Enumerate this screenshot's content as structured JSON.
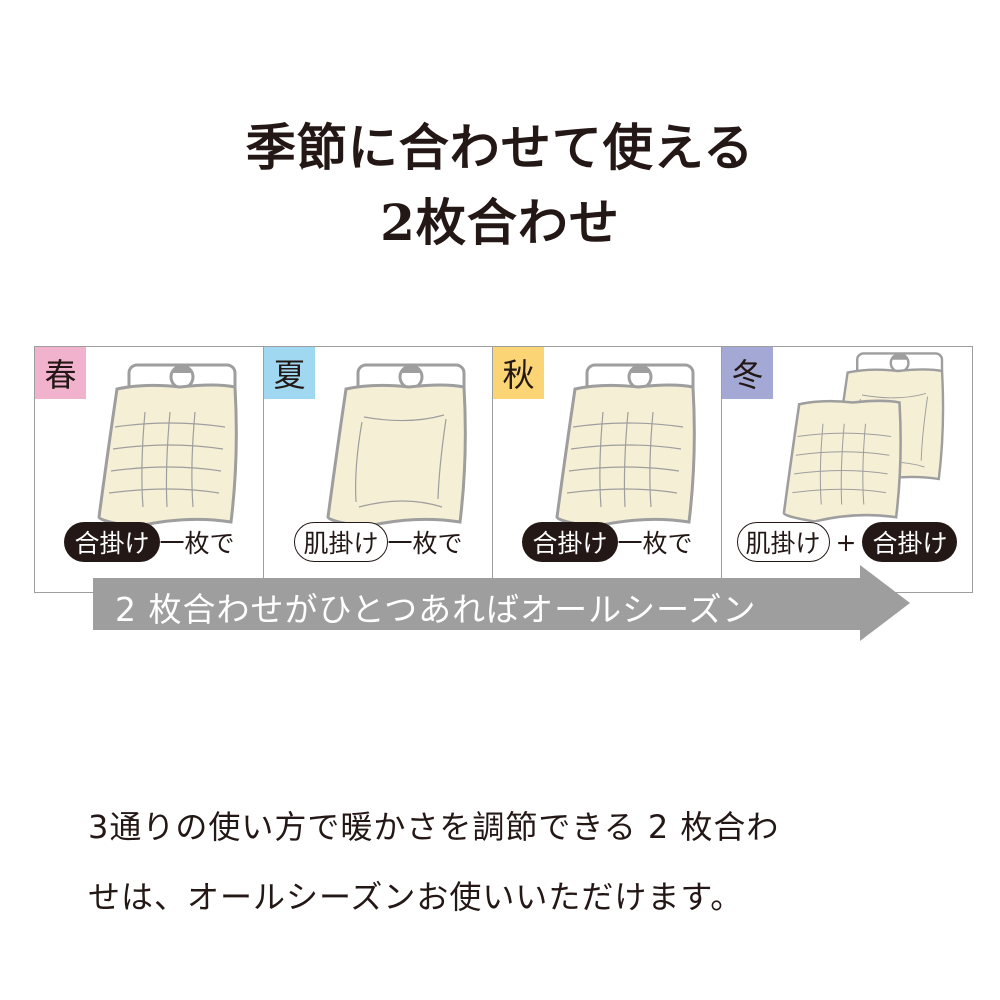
{
  "title": {
    "line1": "季節に合わせて使える",
    "line2": "2枚合わせ"
  },
  "seasons": [
    {
      "label": "春",
      "color": "#f1b2cd",
      "pill": "合掛け",
      "suffix": "一枚で"
    },
    {
      "label": "夏",
      "color": "#a0d8f1",
      "pill": "肌掛け",
      "suffix": "一枚で"
    },
    {
      "label": "秋",
      "color": "#fbd475",
      "pill": "合掛け",
      "suffix": "一枚で"
    },
    {
      "label": "冬",
      "color": "#a3a9d4",
      "pill1": "肌掛け",
      "plus": "+",
      "pill2": "合掛け"
    }
  ],
  "arrow": {
    "text": "2 枚合わせがひとつあればオールシーズン",
    "color": "#9e9e9e"
  },
  "description": {
    "line1": "3通りの使い方で暖かさを調節できる 2 枚合わ",
    "line2": "せは、オールシーズンお使いいただけます。"
  }
}
